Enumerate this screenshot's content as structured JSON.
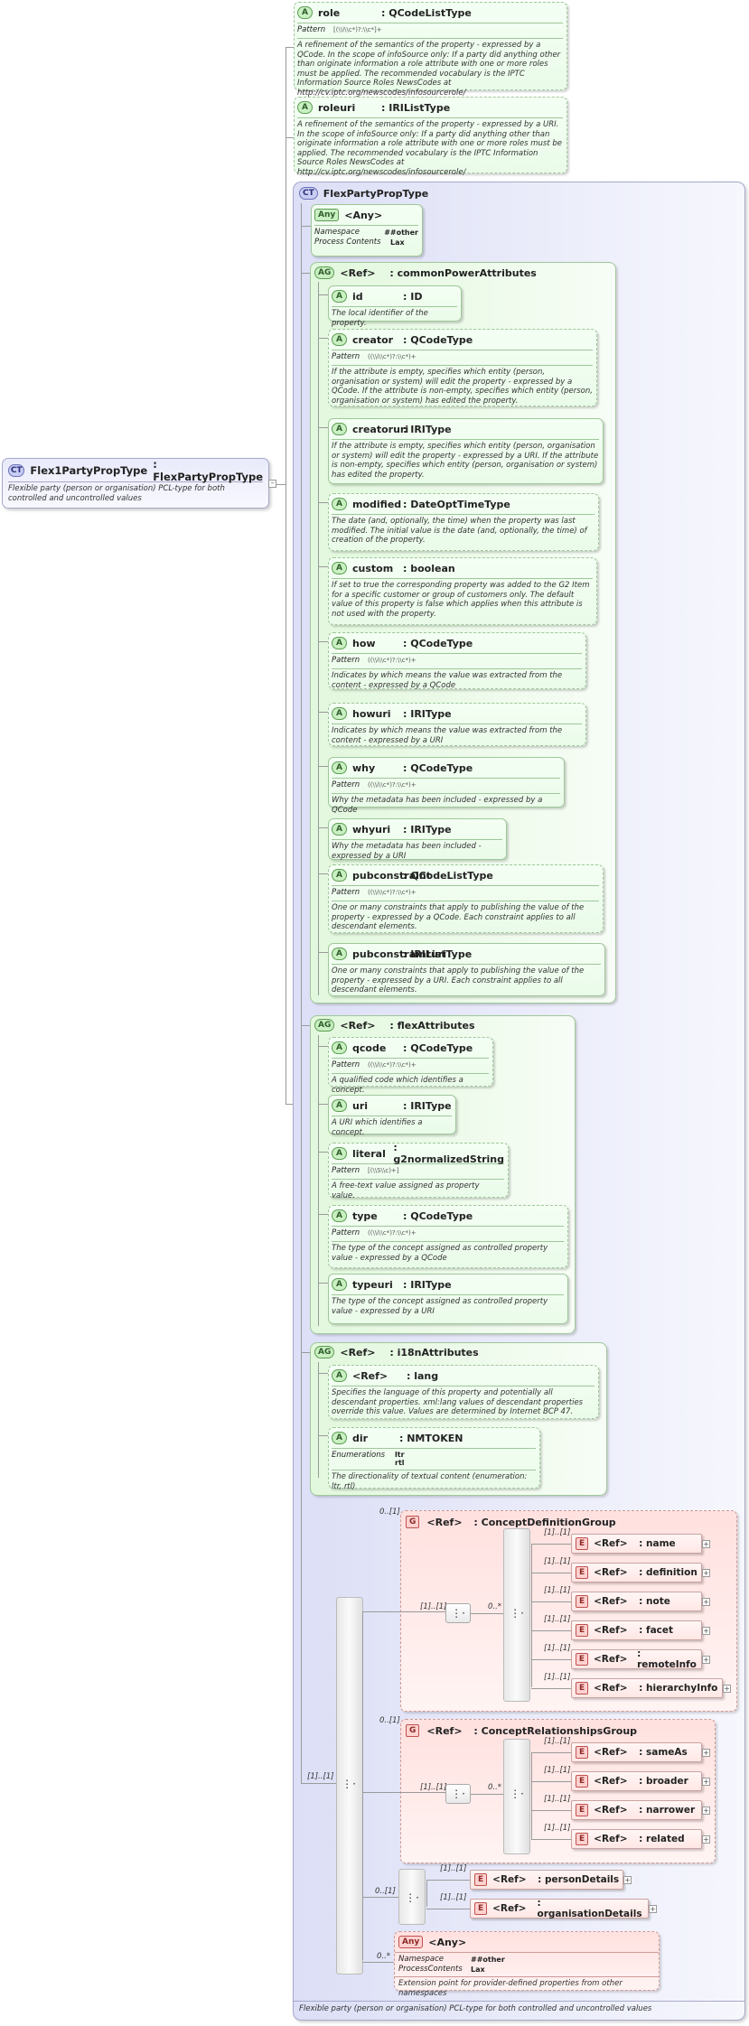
{
  "root": {
    "badge": "CT",
    "name": "Flex1PartyPropType",
    "type": ": FlexPartyPropType",
    "description": "Flexible party (person or organisation) PCL-type for both controlled and uncontrolled values"
  },
  "top_attrs": [
    {
      "badge": "A",
      "name": "role",
      "type": ": QCodeListType",
      "pattern_key": "Pattern",
      "pattern": "[(\\\\i\\\\c*)?:\\\\c*]+",
      "description": "A refinement of the semantics of the property - expressed by a QCode. In the scope of infoSource only: If a party did anything other than originate information a role attribute with one or more roles must be applied. The recommended vocabulary is the IPTC Information Source Roles NewsCodes at http://cv.iptc.org/newscodes/infosourcerole/"
    },
    {
      "badge": "A",
      "name": "roleuri",
      "type": ": IRIListType",
      "description": "A refinement of the semantics of the property - expressed by a URI. In the scope of infoSource only: If a party did anything other than originate information a role attribute with one or more roles must be applied. The recommended vocabulary is the IPTC Information Source Roles NewsCodes at http://cv.iptc.org/newscodes/infosourcerole/"
    }
  ],
  "flex": {
    "badge": "CT",
    "title": "FlexPartyPropType",
    "footer": "Flexible party (person or organisation) PCL-type for both controlled and uncontrolled values",
    "any": {
      "badge": "Any",
      "name": "<Any>",
      "ns_key": "Namespace",
      "ns_val": "##other",
      "pc_key": "Process Contents",
      "pc_val": "Lax"
    }
  },
  "common": {
    "badge": "AG",
    "ref": "<Ref>",
    "name": ": commonPowerAttributes",
    "attrs": [
      {
        "badge": "A",
        "name": "id",
        "type": ": ID",
        "description": "The local identifier of the property."
      },
      {
        "badge": "A",
        "name": "creator",
        "type": ": QCodeType",
        "pattern_key": "Pattern",
        "pattern": "((\\\\i\\\\c*)?:\\\\c*)+",
        "description": "If the attribute is empty, specifies which entity (person, organisation or system) will edit the property - expressed by a QCode. If the attribute is non-empty, specifies which entity (person, organisation or system) has edited the property."
      },
      {
        "badge": "A",
        "name": "creatoruri",
        "type": ": IRIType",
        "description": "If the attribute is empty, specifies which entity (person, organisation or system) will edit the property - expressed by a URI. If the attribute is non-empty, specifies which entity (person, organisation or system) has edited the property."
      },
      {
        "badge": "A",
        "name": "modified",
        "type": ": DateOptTimeType",
        "description": "The date (and, optionally, the time) when the property was last modified. The initial value is the date (and, optionally, the time) of creation of the property."
      },
      {
        "badge": "A",
        "name": "custom",
        "type": ": boolean",
        "description": "If set to true the corresponding property was added to the G2 Item for a specific customer or group of customers only. The default value of this property is false which applies when this attribute is not used with the property."
      },
      {
        "badge": "A",
        "name": "how",
        "type": ": QCodeType",
        "pattern_key": "Pattern",
        "pattern": "((\\\\i\\\\c*)?:\\\\c*)+",
        "description": "Indicates by which means the value was extracted from the content - expressed by a QCode"
      },
      {
        "badge": "A",
        "name": "howuri",
        "type": ": IRIType",
        "description": "Indicates by which means the value was extracted from the content - expressed by a URI"
      },
      {
        "badge": "A",
        "name": "why",
        "type": ": QCodeType",
        "pattern_key": "Pattern",
        "pattern": "((\\\\i\\\\c*)?:\\\\c*)+",
        "description": "Why the metadata has been included - expressed by a QCode"
      },
      {
        "badge": "A",
        "name": "whyuri",
        "type": ": IRIType",
        "description": "Why the metadata has been included - expressed by a URI"
      },
      {
        "badge": "A",
        "name": "pubconstraint",
        "type": ": QCodeListType",
        "pattern_key": "Pattern",
        "pattern": "((\\\\i\\\\c*)?:\\\\c*)+",
        "description": "One or many constraints that apply to publishing the value of the property - expressed by a QCode. Each constraint applies to all descendant elements."
      },
      {
        "badge": "A",
        "name": "pubconstrainturi",
        "type": ": IRIListType",
        "description": "One or many constraints that apply to publishing the value of the property - expressed by a URI. Each constraint applies to all descendant elements."
      }
    ]
  },
  "flexattrs": {
    "badge": "AG",
    "ref": "<Ref>",
    "name": ": flexAttributes",
    "attrs": [
      {
        "badge": "A",
        "name": "qcode",
        "type": ": QCodeType",
        "pattern_key": "Pattern",
        "pattern": "((\\\\i\\\\c*)?:\\\\c*)+",
        "description": "A qualified code which identifies a concept."
      },
      {
        "badge": "A",
        "name": "uri",
        "type": ": IRIType",
        "description": "A URI which identifies a concept."
      },
      {
        "badge": "A",
        "name": "literal",
        "type": ": g2normalizedString",
        "pattern_key": "Pattern",
        "pattern": "[(\\\\S\\\\c)+]",
        "description": "A free-text value assigned as property value."
      },
      {
        "badge": "A",
        "name": "type",
        "type": ": QCodeType",
        "pattern_key": "Pattern",
        "pattern": "((\\\\i\\\\c*)?:\\\\c*)+",
        "description": "The type of the concept assigned as controlled property value - expressed by a QCode"
      },
      {
        "badge": "A",
        "name": "typeuri",
        "type": ": IRIType",
        "description": "The type of the concept assigned as controlled property value - expressed by a URI"
      }
    ]
  },
  "i18n": {
    "badge": "AG",
    "ref": "<Ref>",
    "name": ": i18nAttributes",
    "lang": {
      "badge": "A",
      "ref": "<Ref>",
      "name": ": lang",
      "description": "Specifies the language of this property and potentially all descendant properties. xml:lang values of descendant properties override this value. Values are determined by Internet BCP 47."
    },
    "dir": {
      "badge": "A",
      "name": "dir",
      "type": ": NMTOKEN",
      "enum_key": "Enumerations",
      "enum_vals": [
        "ltr",
        "rtl"
      ],
      "description": "The directionality of textual content (enumeration: ltr, rtl)"
    }
  },
  "sequence": {
    "outer_card": "[1]..[1]",
    "cdg": {
      "badge": "G",
      "ref": "<Ref>",
      "name": ": ConceptDefinitionGroup",
      "card": "0..[1]",
      "seq_card": "[1]..[1]",
      "choice_card": "0..*",
      "elements": [
        {
          "badge": "E",
          "ref": "<Ref>",
          "name": ": name",
          "card": "[1]..[1]"
        },
        {
          "badge": "E",
          "ref": "<Ref>",
          "name": ": definition",
          "card": "[1]..[1]"
        },
        {
          "badge": "E",
          "ref": "<Ref>",
          "name": ": note",
          "card": "[1]..[1]"
        },
        {
          "badge": "E",
          "ref": "<Ref>",
          "name": ": facet",
          "card": "[1]..[1]"
        },
        {
          "badge": "E",
          "ref": "<Ref>",
          "name": ": remoteInfo",
          "card": "[1]..[1]"
        },
        {
          "badge": "E",
          "ref": "<Ref>",
          "name": ": hierarchyInfo",
          "card": "[1]..[1]"
        }
      ]
    },
    "crg": {
      "badge": "G",
      "ref": "<Ref>",
      "name": ": ConceptRelationshipsGroup",
      "card": "0..[1]",
      "seq_card": "[1]..[1]",
      "choice_card": "0..*",
      "elements": [
        {
          "badge": "E",
          "ref": "<Ref>",
          "name": ": sameAs",
          "card": "[1]..[1]"
        },
        {
          "badge": "E",
          "ref": "<Ref>",
          "name": ": broader",
          "card": "[1]..[1]"
        },
        {
          "badge": "E",
          "ref": "<Ref>",
          "name": ": narrower",
          "card": "[1]..[1]"
        },
        {
          "badge": "E",
          "ref": "<Ref>",
          "name": ": related",
          "card": "[1]..[1]"
        }
      ]
    },
    "choice": {
      "card": "0..[1]",
      "elements": [
        {
          "badge": "E",
          "ref": "<Ref>",
          "name": ": personDetails",
          "card": "[1]..[1]"
        },
        {
          "badge": "E",
          "ref": "<Ref>",
          "name": ": organisationDetails",
          "card": "[1]..[1]"
        }
      ]
    },
    "any": {
      "badge": "Any",
      "name": "<Any>",
      "card": "0..*",
      "ns_key": "Namespace",
      "ns_val": "##other",
      "pc_key": "ProcessContents",
      "pc_val": "Lax",
      "description": "Extension point for provider-defined properties from other namespaces"
    }
  }
}
